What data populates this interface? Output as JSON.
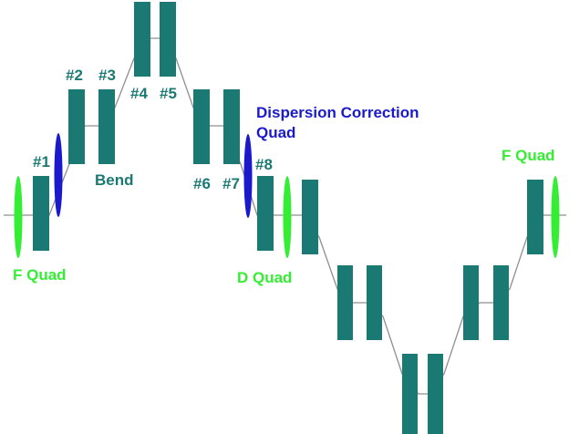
{
  "colors": {
    "magnet": "#1a7a73",
    "beamline": "#8f8f8f",
    "quad_focusing": "#33ee33",
    "quad_correction": "#1a1acc",
    "label_teal": "#1a7a73",
    "label_green": "#33ee33",
    "label_blue": "#1a1acc"
  },
  "labels": {
    "f_quad_left": "F Quad",
    "f_quad_right": "F Quad",
    "d_quad": "D Quad",
    "bend": "Bend",
    "dispersion_correction_line1": "Dispersion Correction",
    "dispersion_correction_line2": "Quad",
    "dipole_1": "#1",
    "dipole_2": "#2",
    "dipole_3": "#3",
    "dipole_4": "#4",
    "dipole_5": "#5",
    "dipole_6": "#6",
    "dipole_7": "#7",
    "dipole_8": "#8"
  }
}
